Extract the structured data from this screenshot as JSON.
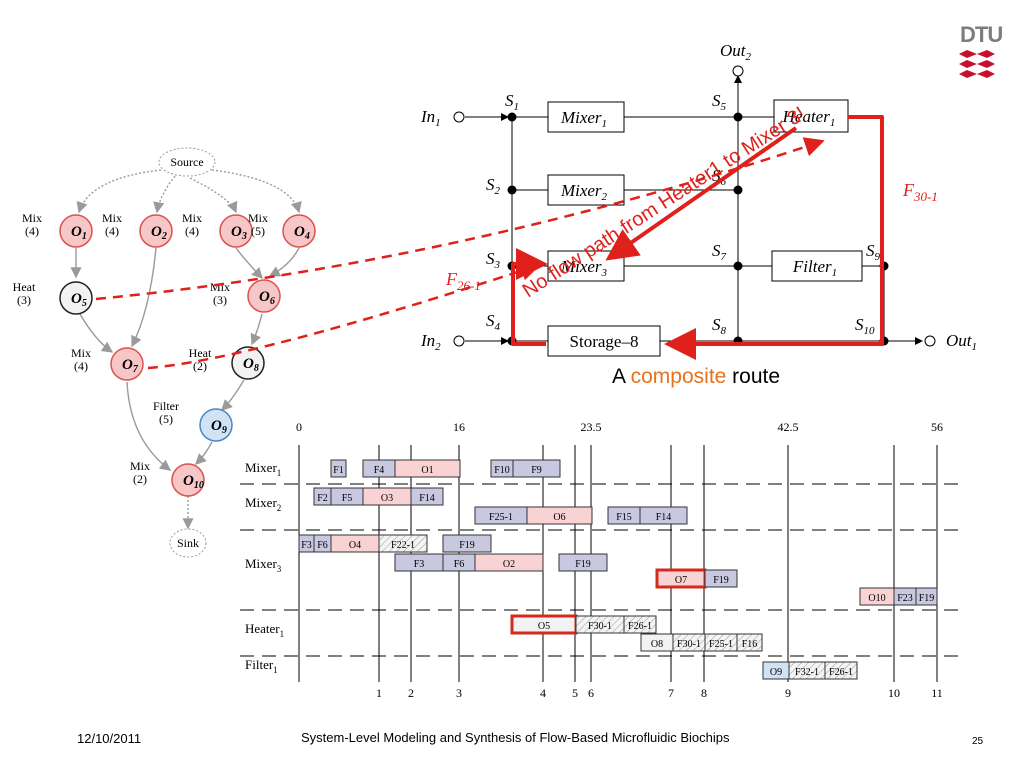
{
  "logo": {
    "text": "DTU",
    "accent": "#c8102e"
  },
  "footer": {
    "date": "12/10/2011",
    "title": "System-Level Modeling and Synthesis of Flow-Based Microfluidic Biochips",
    "page": "25"
  },
  "graph": {
    "nodes": [
      {
        "id": "source",
        "label": "Source",
        "kind": "source"
      },
      {
        "id": "o1",
        "num": "1",
        "op": "Mix",
        "cost": "(4)",
        "kind": "mix"
      },
      {
        "id": "o2",
        "num": "2",
        "op": "Mix",
        "cost": "(4)",
        "kind": "mix"
      },
      {
        "id": "o3",
        "num": "3",
        "op": "Mix",
        "cost": "(4)",
        "kind": "mix"
      },
      {
        "id": "o4",
        "num": "4",
        "op": "Mix",
        "cost": "(5)",
        "kind": "mix"
      },
      {
        "id": "o5",
        "num": "5",
        "op": "Heat",
        "cost": "(3)",
        "kind": "heat"
      },
      {
        "id": "o6",
        "num": "6",
        "op": "Mix",
        "cost": "(3)",
        "kind": "mix"
      },
      {
        "id": "o7",
        "num": "7",
        "op": "Mix",
        "cost": "(4)",
        "kind": "mix"
      },
      {
        "id": "o8",
        "num": "8",
        "op": "Heat",
        "cost": "(2)",
        "kind": "heat"
      },
      {
        "id": "o9",
        "num": "9",
        "op": "Filter",
        "cost": "(5)",
        "kind": "filter"
      },
      {
        "id": "o10",
        "num": "10",
        "op": "Mix",
        "cost": "(2)",
        "kind": "mix"
      },
      {
        "id": "sink",
        "label": "Sink",
        "kind": "sink"
      }
    ],
    "colors": {
      "mix": "#f7c6c7",
      "heat": "#f2f2f2",
      "filter": "#cfe3f5",
      "mix_stroke": "#d9534f"
    }
  },
  "architecture": {
    "components": [
      {
        "id": "mixer1",
        "name": "Mixer",
        "sub": "1"
      },
      {
        "id": "mixer2",
        "name": "Mixer",
        "sub": "2"
      },
      {
        "id": "mixer3",
        "name": "Mixer",
        "sub": "3"
      },
      {
        "id": "heater1",
        "name": "Heater",
        "sub": "1"
      },
      {
        "id": "filter1",
        "name": "Filter",
        "sub": "1"
      },
      {
        "id": "storage",
        "name": "Storage–8",
        "sub": ""
      }
    ],
    "ports": [
      {
        "id": "in1",
        "name": "In",
        "sub": "1"
      },
      {
        "id": "in2",
        "name": "In",
        "sub": "2"
      },
      {
        "id": "out1",
        "name": "Out",
        "sub": "1"
      },
      {
        "id": "out2",
        "name": "Out",
        "sub": "2"
      }
    ],
    "switches": [
      {
        "id": "s1",
        "sub": "1"
      },
      {
        "id": "s2",
        "sub": "2"
      },
      {
        "id": "s3",
        "sub": "3"
      },
      {
        "id": "s4",
        "sub": "4"
      },
      {
        "id": "s5",
        "sub": "5"
      },
      {
        "id": "s6",
        "sub": "6"
      },
      {
        "id": "s7",
        "sub": "7"
      },
      {
        "id": "s8",
        "sub": "8"
      },
      {
        "id": "s9",
        "sub": "9"
      },
      {
        "id": "s10",
        "sub": "10"
      }
    ],
    "flow_labels": [
      {
        "id": "f30",
        "name": "F",
        "sub": "30-1"
      },
      {
        "id": "f26",
        "name": "F",
        "sub": "26-1"
      }
    ],
    "annotation": "No flow path from Heater1 to Mixer 3!",
    "caption": {
      "pre": "A ",
      "highlight": "composite",
      "post": " route"
    },
    "colors": {
      "route": "#e0201b",
      "highlight": "#e8721c"
    }
  },
  "schedule": {
    "time_labels": [
      "0",
      "16",
      "23.5",
      "42.5",
      "56"
    ],
    "index_labels": [
      "1",
      "2",
      "3",
      "4",
      "5",
      "6",
      "7",
      "8",
      "9",
      "10",
      "11"
    ],
    "rows": [
      {
        "label": "Mixer",
        "sub": "1"
      },
      {
        "label": "Mixer",
        "sub": "2"
      },
      {
        "label": "Mixer",
        "sub": "3"
      },
      {
        "label": "Heater",
        "sub": "1"
      },
      {
        "label": "Filter",
        "sub": "1"
      }
    ],
    "tasks": [
      {
        "row": 0,
        "lane": 0,
        "label": "F1",
        "type": "flow"
      },
      {
        "row": 0,
        "lane": 0,
        "label": "F4",
        "type": "flow"
      },
      {
        "row": 0,
        "lane": 0,
        "label": "O1",
        "type": "op"
      },
      {
        "row": 0,
        "lane": 0,
        "label": "F10",
        "type": "flow"
      },
      {
        "row": 0,
        "lane": 0,
        "label": "F9",
        "type": "flow"
      },
      {
        "row": 1,
        "lane": 0,
        "label": "F2",
        "type": "flow"
      },
      {
        "row": 1,
        "lane": 0,
        "label": "F5",
        "type": "flow"
      },
      {
        "row": 1,
        "lane": 0,
        "label": "O3",
        "type": "op"
      },
      {
        "row": 1,
        "lane": 0,
        "label": "F14",
        "type": "flow"
      },
      {
        "row": 1,
        "lane": 1,
        "label": "F25-1",
        "type": "flow"
      },
      {
        "row": 1,
        "lane": 1,
        "label": "O6",
        "type": "op"
      },
      {
        "row": 1,
        "lane": 1,
        "label": "F15",
        "type": "flow"
      },
      {
        "row": 1,
        "lane": 1,
        "label": "F14",
        "type": "flow"
      },
      {
        "row": 2,
        "lane": 0,
        "label": "F3",
        "type": "flow"
      },
      {
        "row": 2,
        "lane": 0,
        "label": "F6",
        "type": "flow"
      },
      {
        "row": 2,
        "lane": 0,
        "label": "O4",
        "type": "op"
      },
      {
        "row": 2,
        "lane": 0,
        "label": "F22-1",
        "type": "storage"
      },
      {
        "row": 2,
        "lane": 0,
        "label": "F19",
        "type": "flow"
      },
      {
        "row": 2,
        "lane": 1,
        "label": "F3",
        "type": "flow"
      },
      {
        "row": 2,
        "lane": 1,
        "label": "F6",
        "type": "flow"
      },
      {
        "row": 2,
        "lane": 1,
        "label": "O2",
        "type": "op"
      },
      {
        "row": 2,
        "lane": 1,
        "label": "F19",
        "type": "flow"
      },
      {
        "row": 2,
        "lane": 2,
        "label": "O7",
        "type": "op",
        "highlight": true
      },
      {
        "row": 2,
        "lane": 2,
        "label": "F19",
        "type": "flow"
      },
      {
        "row": 2,
        "lane": 3,
        "label": "O10",
        "type": "op"
      },
      {
        "row": 2,
        "lane": 3,
        "label": "F23",
        "type": "flow"
      },
      {
        "row": 2,
        "lane": 3,
        "label": "F19",
        "type": "flow"
      },
      {
        "row": 3,
        "lane": 0,
        "label": "O5",
        "type": "heatop",
        "highlight": true
      },
      {
        "row": 3,
        "lane": 0,
        "label": "F30-1",
        "type": "storage"
      },
      {
        "row": 3,
        "lane": 0,
        "label": "F26-1",
        "type": "storage"
      },
      {
        "row": 3,
        "lane": 1,
        "label": "O8",
        "type": "heatop"
      },
      {
        "row": 3,
        "lane": 1,
        "label": "F30-1",
        "type": "storage"
      },
      {
        "row": 3,
        "lane": 1,
        "label": "F25-1",
        "type": "storage"
      },
      {
        "row": 3,
        "lane": 1,
        "label": "F16",
        "type": "storage"
      },
      {
        "row": 4,
        "lane": 0,
        "label": "O9",
        "type": "filterop"
      },
      {
        "row": 4,
        "lane": 0,
        "label": "F32-1",
        "type": "storage"
      },
      {
        "row": 4,
        "lane": 0,
        "label": "F26-1",
        "type": "storage"
      }
    ],
    "colors": {
      "op": "#f9d3d4",
      "flow": "#c8c8e0",
      "storage": "#ececec",
      "heatop": "#f2f2f2",
      "filterop": "#cfe3f5",
      "highlight": "#d32a1c"
    }
  }
}
